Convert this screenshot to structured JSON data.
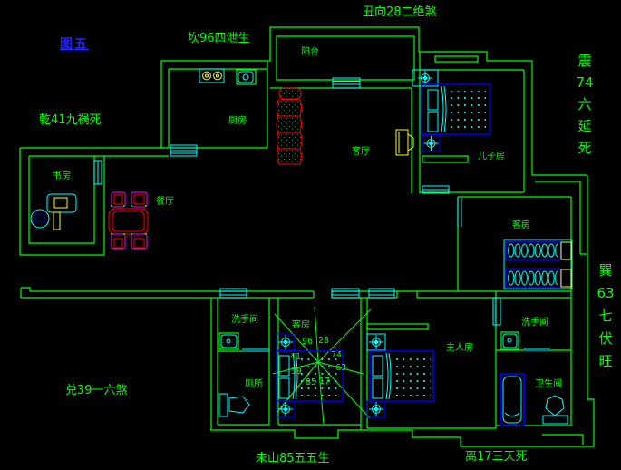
{
  "figure": {
    "label": "图五"
  },
  "fengshui": {
    "top_center": "丑向28二绝煞",
    "top_left": "坎96四泄生",
    "left": "乾41九祸死",
    "bottom_left": "兑39一六煞",
    "bottom_center": "未山85五五生",
    "bottom_right": "离17三天死",
    "right_upper": "震74六延死",
    "right_upper_chars": [
      "震",
      "74",
      "六",
      "延",
      "死"
    ],
    "right_lower": "巽63七伏旺",
    "right_lower_chars": [
      "巽",
      "63",
      "七",
      "伏",
      "旺"
    ]
  },
  "rooms": {
    "balcony": "阳台",
    "kitchen": "厨房",
    "living": "客厅",
    "son": "儿子房",
    "study": "书房",
    "dining": "餐厅",
    "guest_right": "客房",
    "guest_bottom": "客房",
    "master": "主人房",
    "washroom_left": "洗手间",
    "washroom_right": "洗手间",
    "toilet": "厕所",
    "bathroom": "卫生间"
  },
  "compass": {
    "numbers": [
      "96",
      "28",
      "74",
      "63",
      "41",
      "39",
      "85",
      "17"
    ]
  },
  "colors": {
    "wall": "#00ff00",
    "fixture": "#00ffff",
    "bed": "#0000ff",
    "accent": "#ffff00",
    "table": "#ff0000",
    "chair": "#ff00ff",
    "figure_label": "#2222ff"
  }
}
